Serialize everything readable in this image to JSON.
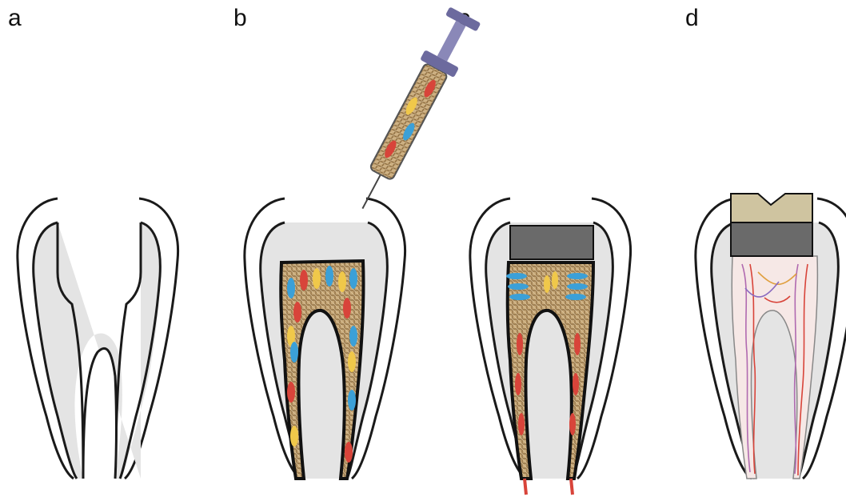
{
  "panels": [
    {
      "label": "a"
    },
    {
      "label": "b"
    },
    {
      "label": "c"
    },
    {
      "label": "d"
    }
  ],
  "colors": {
    "dentin": "#e4e4e4",
    "outline": "#1a1a1a",
    "scaffold": "#b89a6c",
    "cell_blue": "#3ba0d8",
    "cell_red": "#d8443a",
    "cell_yellow": "#f0c84a",
    "seal": "#6a6a6a",
    "crown_restoration": "#cfc4a0",
    "syringe_purple": "#6c6a9e"
  }
}
